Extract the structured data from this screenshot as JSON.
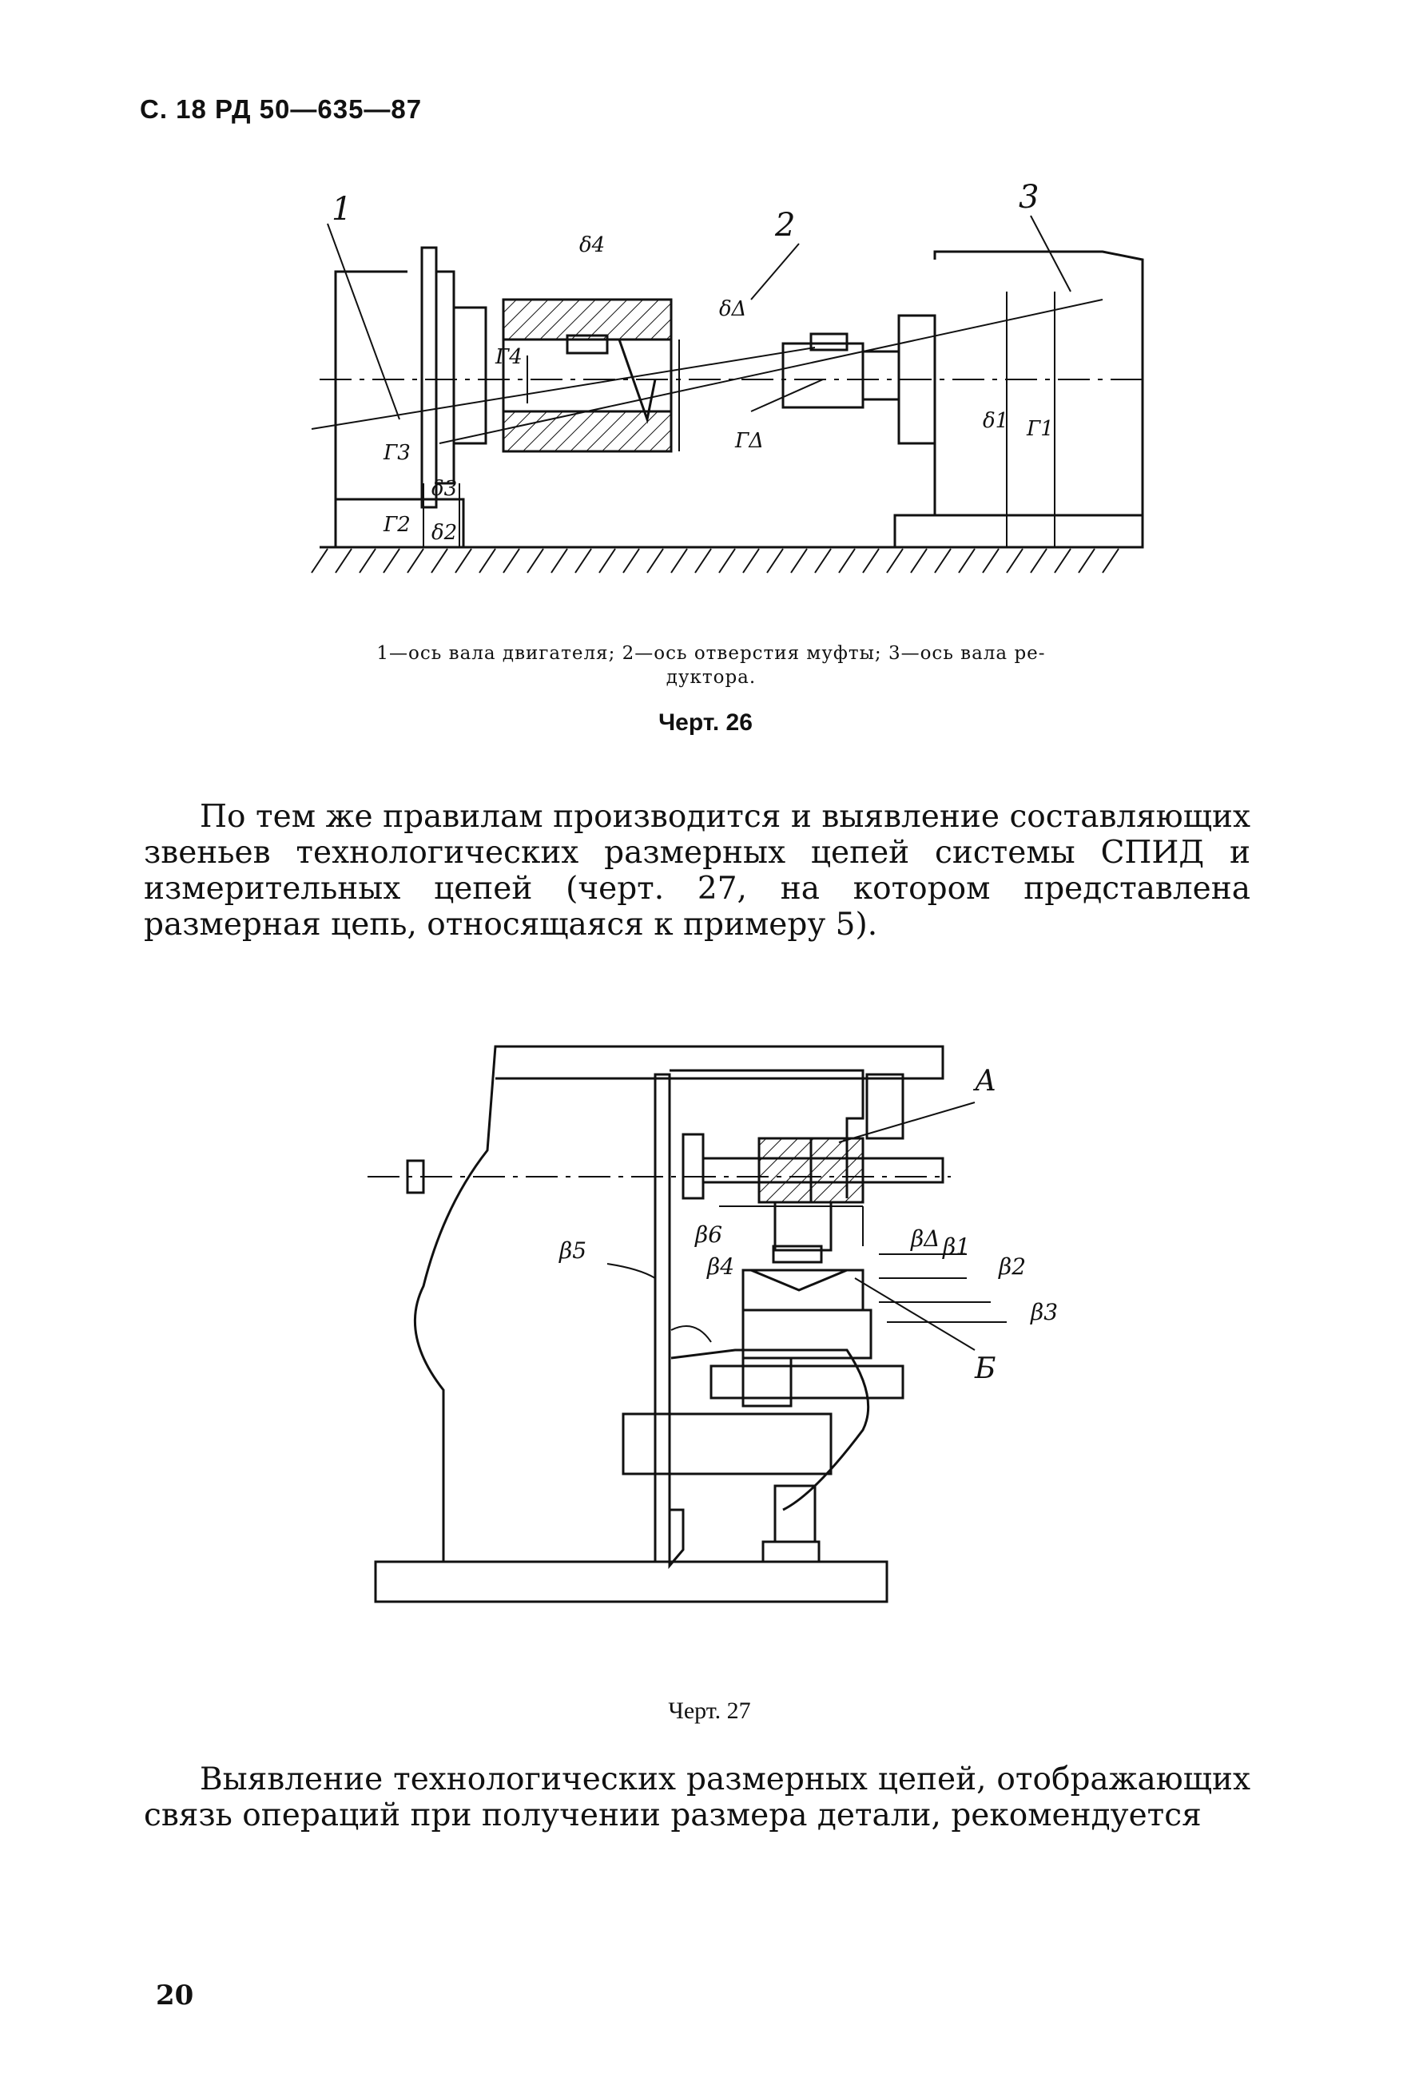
{
  "header": "С. 18 РД 50—635—87",
  "fig26": {
    "labels": {
      "n1": "1",
      "n2": "2",
      "n3": "3",
      "g4": "δ4",
      "gd": "δΔ",
      "g1": "δ1",
      "g2": "δ2",
      "g3": "δ3",
      "G1": "Г1",
      "G2": "Г2",
      "G3": "Г3",
      "G4": "Г4",
      "GD": "ГΔ"
    },
    "caption_line1": "1—ось вала двигателя; 2—ось отверстия муфты; 3—ось вала ре-",
    "caption_line2": "дуктора.",
    "label": "Черт. 26"
  },
  "paragraph1": "По тем же правилам производится и выявление составляющих звеньев технологических размерных цепей системы СПИД и измерительных цепей (черт. 27, на котором представлена размерная цепь, относящаяся к примеру 5).",
  "fig27": {
    "labels": {
      "A": "А",
      "B": "Б",
      "b1": "β1",
      "b2": "β2",
      "b3": "β3",
      "b4": "β4",
      "b5": "β5",
      "b6": "β6",
      "bd": "βΔ"
    },
    "label": "Черт. 27"
  },
  "paragraph2": "Выявление технологических размерных цепей, отображающих связь операций при получении размера детали, рекомендуется",
  "page_number": "20"
}
